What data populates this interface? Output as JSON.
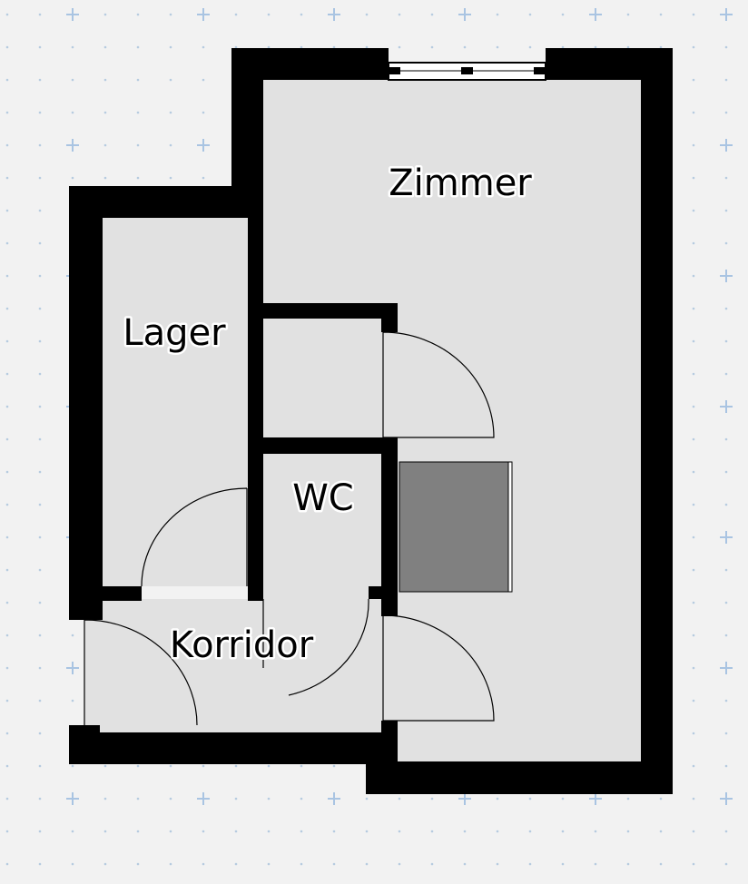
{
  "rooms": {
    "zimmer": "Zimmer",
    "lager": "Lager",
    "wc": "WC",
    "korridor": "Korridor"
  },
  "colors": {
    "background": "#f2f2f2",
    "floor": "#e1e1e1",
    "wall": "#000000",
    "furniture": "#808080",
    "grid_dot": "#b6cbe0",
    "grid_plus": "#a9c4e2"
  }
}
